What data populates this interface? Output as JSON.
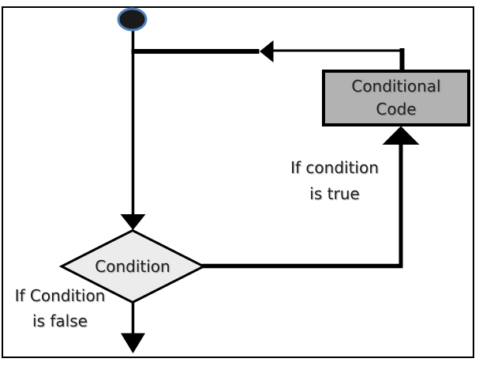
{
  "colors": {
    "background": "#ffffff",
    "frame": "#000000",
    "line": "#000000",
    "start_fill": "#1a1a1a",
    "start_stroke": "#4f81bd",
    "process_fill": "#b2b2b2",
    "decision_fill": "#ececec",
    "text": "#1f1f1f"
  },
  "nodes": {
    "start": {
      "type": "terminator"
    },
    "process": {
      "type": "process",
      "label_line1": "Conditional",
      "label_line2": "Code"
    },
    "decision": {
      "type": "decision",
      "label": "Condition"
    }
  },
  "edge_labels": {
    "true_branch": {
      "line1": "If condition",
      "line2": "is true"
    },
    "false_branch": {
      "line1": "If Condition",
      "line2": "is false"
    }
  }
}
